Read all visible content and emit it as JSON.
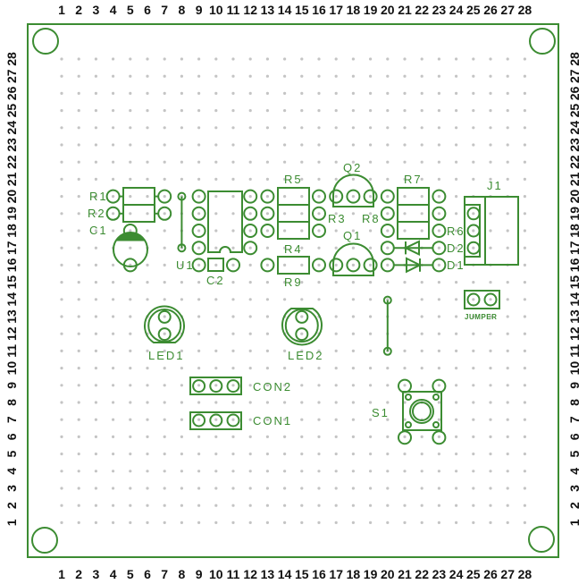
{
  "board": {
    "color": "#3c8c32",
    "dot_color": "#c4c4c4",
    "columns": [
      "1",
      "2",
      "3",
      "4",
      "5",
      "6",
      "7",
      "8",
      "9",
      "10",
      "11",
      "12",
      "13",
      "14",
      "15",
      "16",
      "17",
      "18",
      "19",
      "20",
      "21",
      "22",
      "23",
      "24",
      "25",
      "26",
      "27",
      "28"
    ],
    "rows": [
      "1",
      "2",
      "3",
      "4",
      "5",
      "6",
      "7",
      "8",
      "9",
      "10",
      "11",
      "12",
      "13",
      "14",
      "15",
      "16",
      "17",
      "18",
      "19",
      "20",
      "21",
      "22",
      "23",
      "24",
      "25",
      "26",
      "27",
      "28"
    ]
  },
  "components": {
    "r1": "R1",
    "r2": "R2",
    "c1": "C1",
    "u1": "U1",
    "c2": "C2",
    "r5": "R5",
    "r3": "R3",
    "r4": "R4",
    "r9": "R9",
    "q2": "Q2",
    "q1": "Q1",
    "r7": "R7",
    "r8": "R8",
    "r6": "R6",
    "d2": "D2",
    "d1": "D1",
    "j1": "J1",
    "jumper": "JUMPER",
    "led1": "LED1",
    "led2": "LED2",
    "con2": "CON2",
    "con1": "CON1",
    "s1": "S1"
  }
}
